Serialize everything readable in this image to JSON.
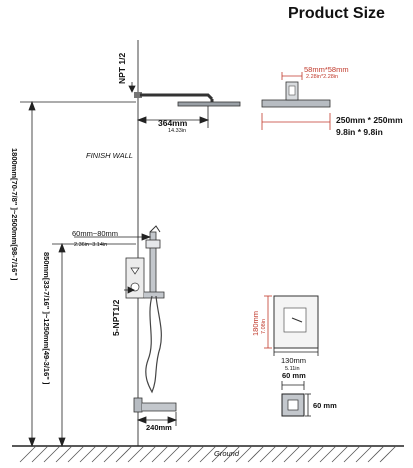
{
  "title": "Product Size",
  "labels": {
    "npt_top": "NPT 1/2",
    "arm_length_mm": "364mm",
    "arm_length_in": "14.33in",
    "holder_mm": "58mm*58mm",
    "holder_in": "2.28in*2.28in",
    "head_mm": "250mm * 250mm",
    "head_in": "9.8in * 9.8in",
    "finish_wall": "FINISH WALL",
    "total_height": "1800mm[70-7/8\" ]~2500mm[98-7/16\" ]",
    "valve_height": "850mm[33-7/16\" ]~1250mm[49-3/16\" ]",
    "handheld_mm": "60mm~80mm",
    "handheld_in": "2.36in~3.14in",
    "npt_valve": "5-NPT1/2",
    "plate_h_mm": "180mm",
    "plate_h_in": "7.08in",
    "plate_w_mm": "130mm",
    "plate_w_in": "5.11in",
    "box_top": "60 mm",
    "box_side": "60 mm",
    "spout_length": "240mm",
    "ground": "Ground"
  },
  "colors": {
    "dimension": "#c0392b",
    "line": "#222222"
  }
}
